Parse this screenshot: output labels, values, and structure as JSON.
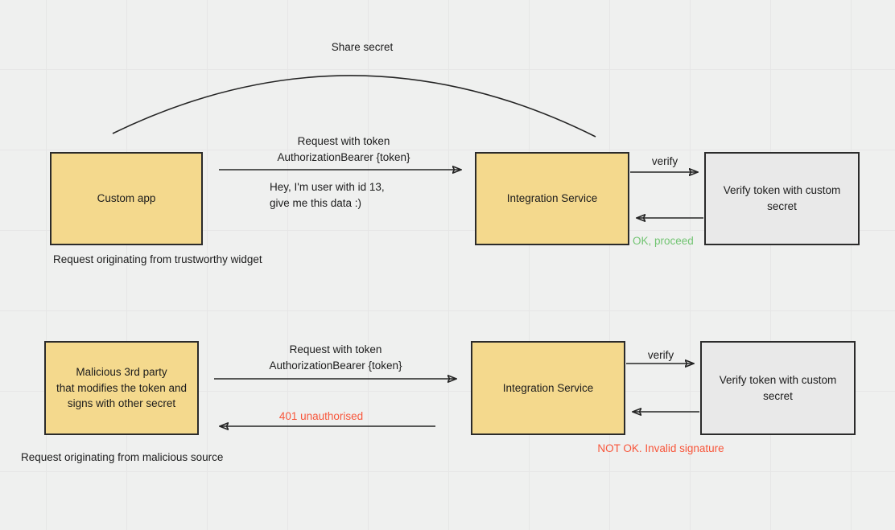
{
  "diagram": {
    "title_text": "Share secret",
    "colors": {
      "node_fill_yellow": "#f4d98d",
      "node_fill_gray": "#e9e9e9",
      "node_border": "#2b2b2b",
      "canvas_background": "#eff0ef",
      "grid_line": "#e6e6e6",
      "success_text": "#72c472",
      "error_text": "#f8553a",
      "edge_stroke": "#252525"
    },
    "top_flow": {
      "caption": "Request originating from trustworthy widget",
      "client_node": "Custom app",
      "service_node": "Integration Service",
      "verify_node": "Verify token with custom\nsecret",
      "request_label_line1": "Request with token",
      "request_label_line2": "AuthorizationBearer {token}",
      "request_note_line1": "Hey, I'm user with id 13,",
      "request_note_line2": "give me this data :)",
      "verify_label": "verify",
      "verify_response": "OK, proceed"
    },
    "bottom_flow": {
      "caption": "Request originating from malicious source",
      "client_node": "Malicious 3rd party\nthat modifies the token and\nsigns with other secret",
      "service_node": "Integration Service",
      "verify_node": "Verify token with custom\nsecret",
      "request_label_line1": "Request with token",
      "request_label_line2": "AuthorizationBearer {token}",
      "response_label": "401 unauthorised",
      "verify_label": "verify",
      "verify_response": "NOT OK. Invalid signature"
    }
  }
}
